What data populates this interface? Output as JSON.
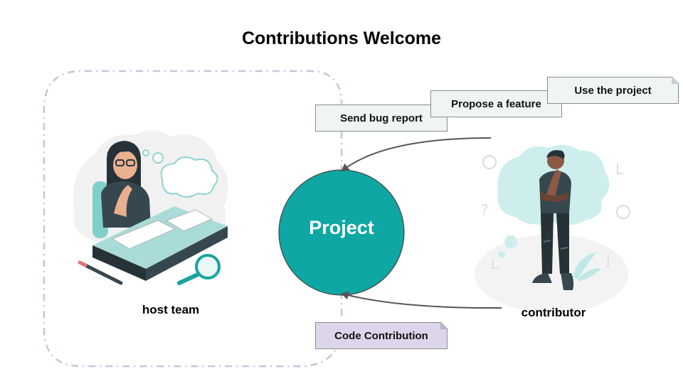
{
  "title": "Contributions Welcome",
  "center": {
    "label": "Project"
  },
  "actions": {
    "bug_report": "Send bug report",
    "propose_feature": "Propose a feature",
    "use_project": "Use the project",
    "code_contribution": "Code Contribution"
  },
  "actors": {
    "host": "host team",
    "contributor": "contributor"
  },
  "colors": {
    "project": "#0ea7a3",
    "note": "#eef5f3",
    "code_note": "#ddd6ea",
    "boundary": "#c7c5de",
    "arrow": "#555555"
  }
}
